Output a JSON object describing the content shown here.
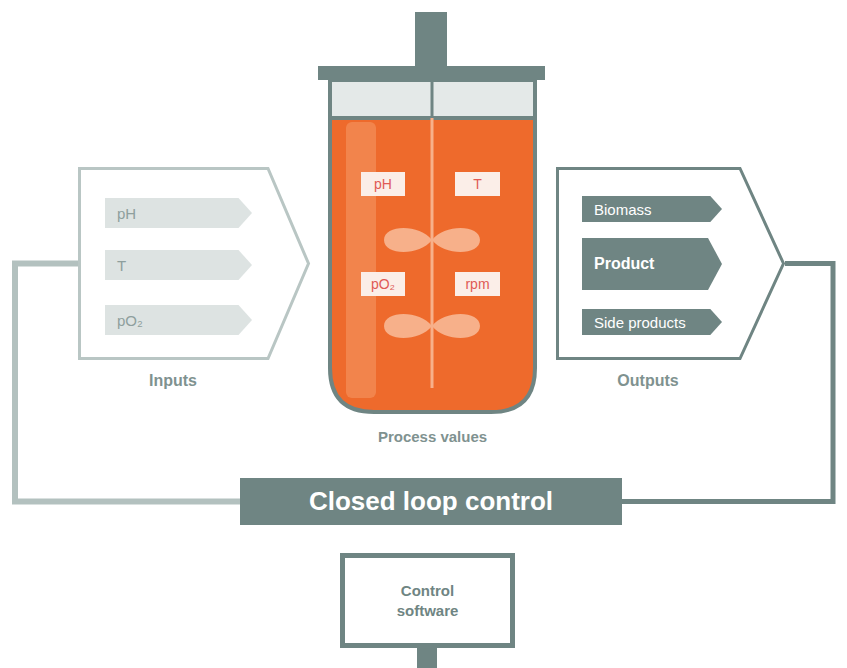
{
  "diagram": {
    "nodes": [
      {
        "text": [
          "Inputs"
        ]
      },
      {
        "text": [
          "pH"
        ],
        "in": 0
      },
      {
        "text": [
          "T"
        ],
        "in": 0
      },
      {
        "text": [
          "pO₂"
        ],
        "in": 0
      },
      {
        "text": [
          "Process values"
        ]
      },
      {
        "text": [
          "pH"
        ],
        "in": 4
      },
      {
        "text": [
          "T"
        ],
        "in": 4
      },
      {
        "text": [
          "pO₂"
        ],
        "in": 4
      },
      {
        "text": [
          "rpm"
        ],
        "in": 4
      },
      {
        "text": [
          "Outputs"
        ]
      },
      {
        "text": [
          "Biomass"
        ],
        "in": 9
      },
      {
        "text": [
          "Product"
        ],
        "in": 9
      },
      {
        "text": [
          "Side products"
        ],
        "in": 9
      },
      {
        "text": [
          "Closed loop control"
        ]
      },
      {
        "text": [
          "Control software"
        ]
      }
    ],
    "edges": [
      {
        "from": 13,
        "to": 0,
        "arrow": "none"
      },
      {
        "from": 9,
        "to": 13,
        "arrow": "none"
      }
    ]
  }
}
